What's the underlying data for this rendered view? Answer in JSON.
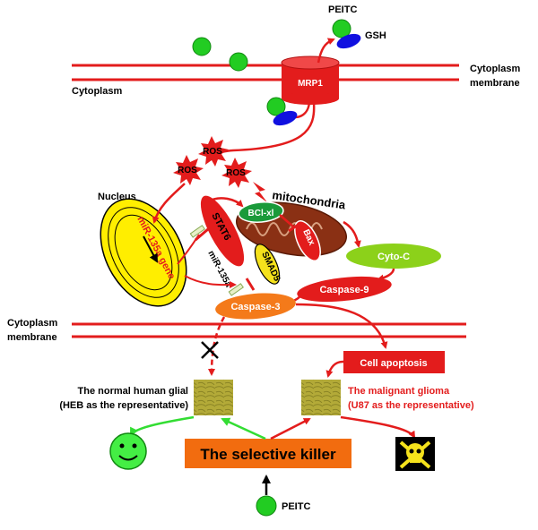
{
  "labels": {
    "peitc_top": "PEITC",
    "gsh": "GSH",
    "mrp1": "MRP1",
    "cytoplasm_top": "Cytoplasm",
    "cytoplasm_membrane_top": [
      "Cytoplasm",
      "membrane"
    ],
    "ros": [
      "ROS",
      "ROS",
      "ROS"
    ],
    "nucleus": "Nucleus",
    "mitochondria": "mitochondria",
    "bclxl": "BCl-xl",
    "stat6": "STAT6",
    "bax": "Bax",
    "mir135a_gene": "miR-135a gene",
    "mir135a": "miR-135a",
    "smad5": "SMAD5",
    "cytoc": "Cyto-C",
    "caspase9": "Caspase-9",
    "caspase3": "Caspase-3",
    "cytoplasm_membrane_bottom": [
      "Cytoplasm",
      "membrane"
    ],
    "cell_apoptosis": "Cell apoptosis",
    "normal_glial": [
      "The normal human glial",
      "(HEB as  the representative)"
    ],
    "malignant_glioma": [
      "The malignant glioma",
      "(U87 as  the representative)"
    ],
    "selective_killer": "The selective killer",
    "peitc_bottom": "PEITC"
  },
  "icons": [
    "peitc-molecule-icon",
    "gsh-molecule-icon",
    "smiley-face-icon",
    "skull-crossbones-icon",
    "block-cross-icon"
  ],
  "colors": {
    "membrane": "#e31c1c",
    "arrow": "#e31c1c",
    "peitc": "#22cc22",
    "gsh": "#1010e0",
    "protein": "#e31c1c",
    "nucleus": "#ffee00",
    "cytoc": "#8cd11a",
    "bclxl": "#1a9a3a",
    "smad5": "#f5e21c",
    "killer": "#f26c0f",
    "caspase3": "#f47a1a",
    "cell_image": "#a8a030",
    "healthy_arrow": "#33dd33",
    "malignant_text": "#e31c1c"
  }
}
